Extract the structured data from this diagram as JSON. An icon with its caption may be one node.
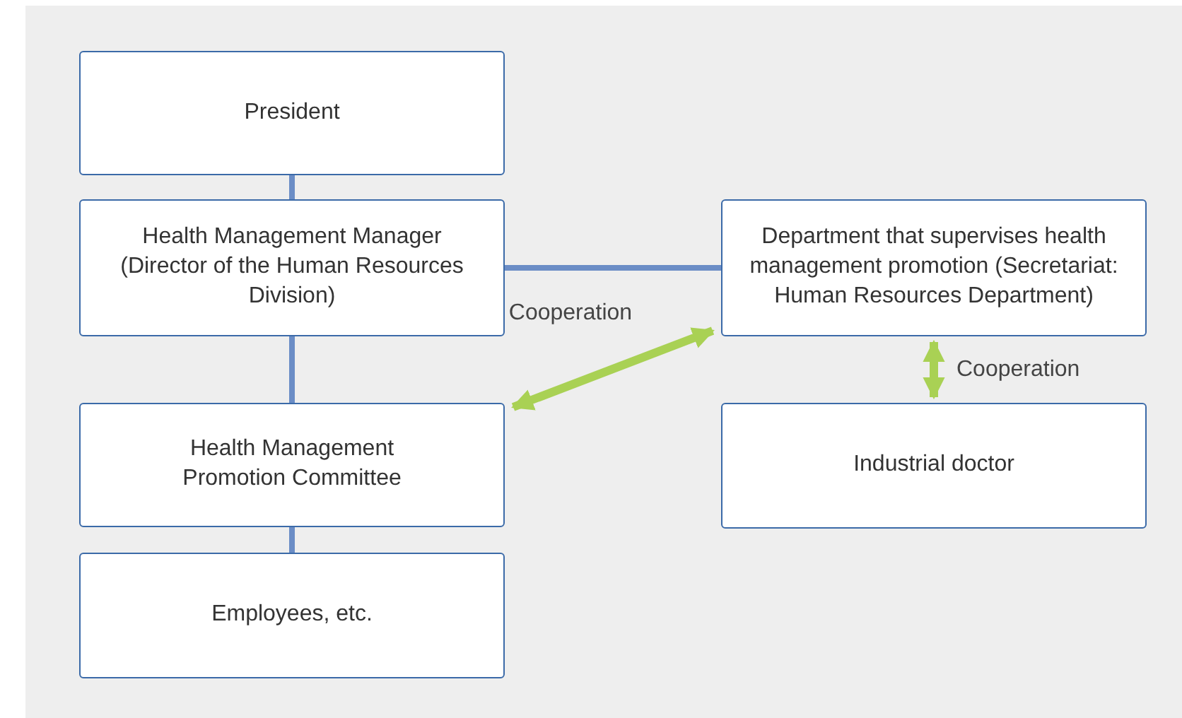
{
  "diagram": {
    "nodes": [
      {
        "text": [
          "President"
        ]
      },
      {
        "text": [
          "Health Management Manager (Director of the Human Resources Division)"
        ]
      },
      {
        "text": [
          "Health Management Promotion Committee"
        ]
      },
      {
        "text": [
          "Employees, etc."
        ]
      },
      {
        "text": [
          "Department that supervises health management promotion (Secretariat: Human Resources Department)"
        ]
      },
      {
        "text": [
          "Industrial doctor"
        ]
      }
    ],
    "edges": [
      {
        "from": 0,
        "to": 1,
        "arrow": "none"
      },
      {
        "from": 1,
        "to": 2,
        "arrow": "none"
      },
      {
        "from": 2,
        "to": 3,
        "arrow": "none"
      },
      {
        "from": 1,
        "to": 4,
        "arrow": "none"
      },
      {
        "from": 2,
        "to": 4,
        "arrow": "both",
        "label": "Cooperation",
        "color": "#a9d154"
      },
      {
        "from": 4,
        "to": 5,
        "arrow": "both",
        "label": "Cooperation",
        "color": "#a9d154"
      }
    ]
  }
}
